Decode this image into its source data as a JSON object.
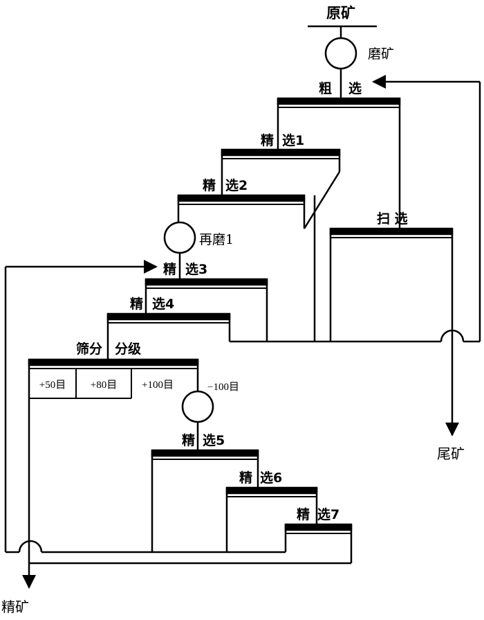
{
  "labels": {
    "feed": "原矿",
    "grinding": "磨矿",
    "rougher_a": "粗",
    "rougher_b": "选",
    "scavenger": "扫 选",
    "cleaner1_a": "精",
    "cleaner1_b": "选1",
    "cleaner2_a": "精",
    "cleaner2_b": "选2",
    "regrind1": "再磨1",
    "cleaner3_a": "精",
    "cleaner3_b": "选3",
    "cleaner4_a": "精",
    "cleaner4_b": "选4",
    "screening": "筛分",
    "classification": "分级",
    "mesh_plus50": "+50目",
    "mesh_plus80": "+80目",
    "mesh_plus100": "+100目",
    "mesh_minus100": "−100目",
    "cleaner5_a": "精",
    "cleaner5_b": "选5",
    "cleaner6_a": "精",
    "cleaner6_b": "选6",
    "cleaner7_a": "精",
    "cleaner7_b": "选7",
    "tailings": "尾矿",
    "concentrate": "精矿"
  }
}
